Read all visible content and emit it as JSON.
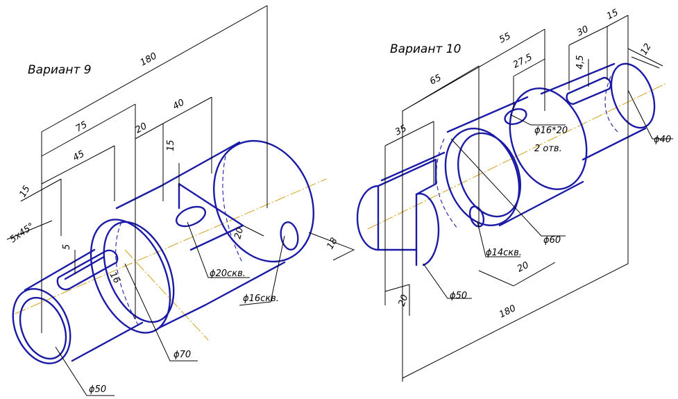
{
  "variant9": {
    "title": "Вариант 9",
    "dims": {
      "d180": "180",
      "d75": "75",
      "d45": "45",
      "d20": "20",
      "d40": "40",
      "d15a": "15",
      "d15b": "15",
      "chamfer": "5x45°",
      "d5": "5",
      "d16": "16",
      "d20b": "20",
      "d18": "18",
      "phi20": "ϕ20скв.",
      "phi16": "ϕ16скв.",
      "phi70": "ϕ70",
      "phi50": "ϕ50"
    }
  },
  "variant10": {
    "title": "Вариант 10",
    "dims": {
      "d55": "55",
      "d65": "65",
      "d30": "30",
      "d15": "15",
      "d12": "12",
      "d275": "27,5",
      "d45": "4,5",
      "d35": "35",
      "phi16x20": "ϕ16*20",
      "holes": "2 отв.",
      "phi40": "ϕ40",
      "phi60": "ϕ60",
      "phi14": "ϕ14скв.",
      "d20a": "20",
      "phi50": "ϕ50",
      "d20b": "20",
      "d180": "180"
    }
  },
  "colors": {
    "part": "#1a1aa6",
    "axis": "#d4a017",
    "dimension": "#000000"
  }
}
